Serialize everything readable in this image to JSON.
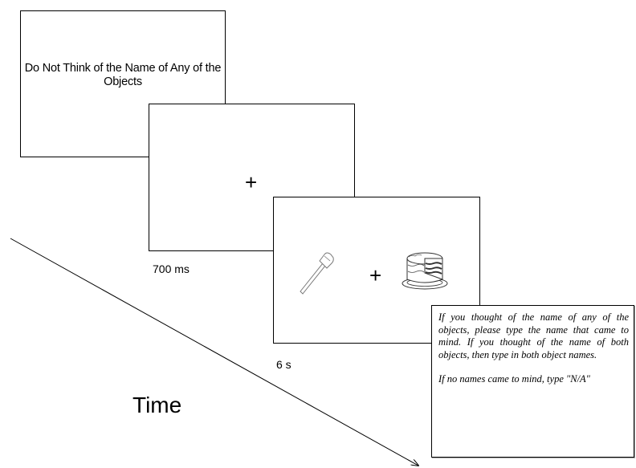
{
  "panels": {
    "instruction": {
      "text": "Do Not Think of the Name of Any of the Objects"
    },
    "fixation": {
      "symbol": "+"
    },
    "stimulus": {
      "symbol": "+",
      "left_object": "axe-icon",
      "right_object": "cake-icon"
    },
    "response": {
      "paragraph1": "If you thought of the name of any of the objects, please type the name that came to mind. If you thought of the name of both objects, then type in both object names.",
      "paragraph2": "If no names came to mind, type \"N/A\""
    }
  },
  "labels": {
    "fixation_duration": "700 ms",
    "stimulus_duration": "6 s",
    "time_axis": "Time"
  },
  "colors": {
    "stroke": "#000000",
    "icon_gray": "#777777"
  }
}
